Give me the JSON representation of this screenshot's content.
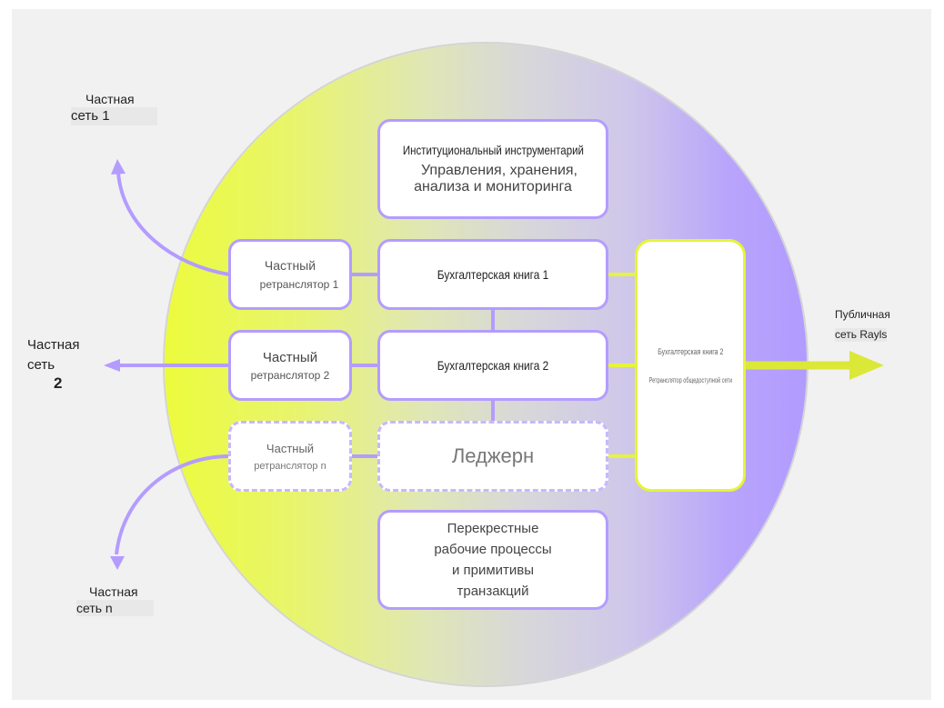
{
  "colors": {
    "purple_accent": "#b49cff",
    "yellow_accent": "#e6f43a",
    "background_panel": "#f1f1f1"
  },
  "external_networks": {
    "private_1": {
      "line1": "Частная",
      "line2": "сеть 1"
    },
    "private_2": {
      "line1": "Частная",
      "line2": "сеть",
      "line3": "2"
    },
    "private_n": {
      "line1": "Частная",
      "line2": "сеть n"
    },
    "public": {
      "line1": "Публичная",
      "line2": "сеть Rayls"
    }
  },
  "toolkit_box": {
    "title": "Институциональный инструментарий",
    "line1": "Управления, хранения,",
    "line2": "анализа и мониторинга"
  },
  "relays": [
    {
      "line1": "Частный",
      "line2": "ретранслятор 1"
    },
    {
      "line1": "Частный",
      "line2": "ретранслятор 2"
    },
    {
      "line1": "Частный",
      "line2": "ретранслятор n"
    }
  ],
  "ledgers": [
    {
      "label": "Бухгалтерская книга 1"
    },
    {
      "label": "Бухгалтерская книга 2"
    },
    {
      "label": "Леджерн"
    }
  ],
  "public_relay_box": {
    "line1": "Бухгалтерская книга 2",
    "line2": "Ретранслятор общедоступной сети"
  },
  "cross_box": {
    "line1": "Перекрестные",
    "line2": "рабочие процессы",
    "line3": "и примитивы",
    "line4": "транзакций"
  }
}
